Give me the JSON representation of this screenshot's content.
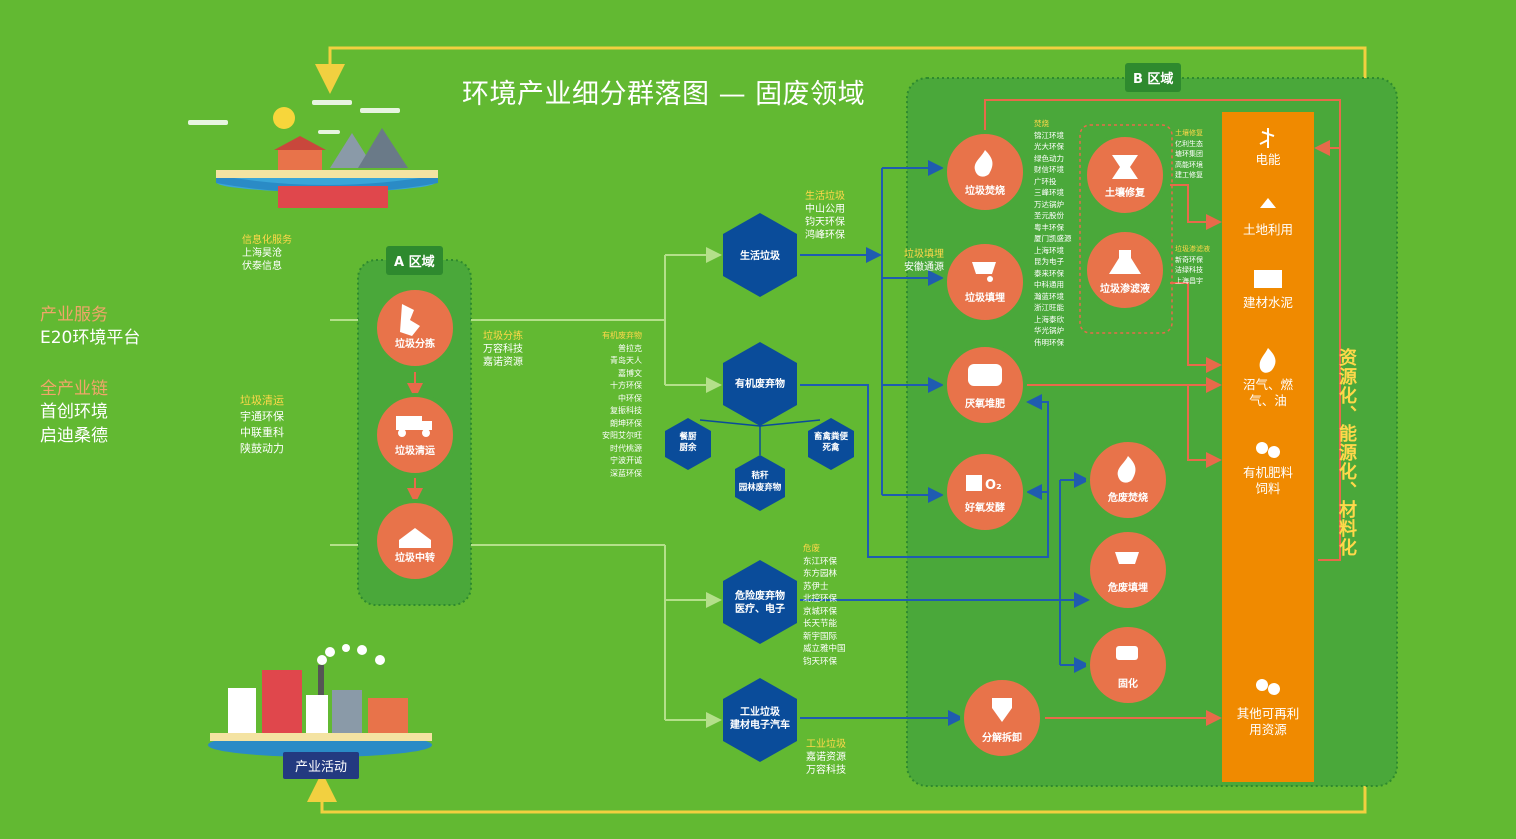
{
  "title": "环境产业细分群落图 — 固废领域",
  "zones": {
    "a": "A 区域",
    "b": "B 区域"
  },
  "left_panel": {
    "service_hd": "产业服务",
    "service_items": [
      "E20环境平台"
    ],
    "chain_hd": "全产业链",
    "chain_items": [
      "首创环境",
      "启迪桑德"
    ]
  },
  "info_service": {
    "hd": "信息化服务",
    "items": [
      "上海昊沧",
      "伏泰信息"
    ]
  },
  "garbage_transport": {
    "hd": "垃圾清运",
    "items": [
      "宇通环保",
      "中联重科",
      "陕鼓动力"
    ]
  },
  "sorting_companies": {
    "hd": "垃圾分拣",
    "items": [
      "万容科技",
      "嘉诺资源"
    ]
  },
  "organic_companies": {
    "hd": "有机废弃物",
    "items": [
      "普拉克",
      "青岛天人",
      "嘉博文",
      "十方环保",
      "中环保",
      "复振科技",
      "朗坤环保",
      "安阳艾尔旺",
      "时代桃源",
      "宁波开诚",
      "深蓝环保"
    ]
  },
  "living_companies": {
    "hd": "生活垃圾",
    "items": [
      "中山公用",
      "钧天环保",
      "鸿峰环保"
    ]
  },
  "landfill_companies": {
    "hd": "垃圾填埋",
    "items": [
      "安徽通源"
    ]
  },
  "incineration_companies": {
    "hd": "焚烧",
    "items": [
      "锦江环境",
      "光大环保",
      "绿色动力",
      "财信环境",
      "广环投",
      "三峰环境",
      "万达锅炉",
      "圣元股份",
      "粤丰环保",
      "厦门凯盛源",
      "上海环境",
      "昆为电子",
      "泰来环保",
      "中科通用",
      "瀚蓝环境",
      "浙江旺能",
      "上海泰欣",
      "华光锅炉",
      "伟明环保"
    ]
  },
  "soil_companies": {
    "hd": "土壤修复",
    "items": [
      "亿利生态",
      "塘环集团",
      "高能环境",
      "建工修复"
    ]
  },
  "leachate_companies": {
    "hd": "垃圾渗滤液",
    "items": [
      "新奇环保",
      "洁绿科技",
      "上海昌宇"
    ]
  },
  "hazard_companies": {
    "hd": "危废",
    "items": [
      "东江环保",
      "东方园林",
      "苏伊士",
      "北控环保",
      "京城环保",
      "长天节能",
      "新宇国际",
      "威立雅中国",
      "钧天环保"
    ]
  },
  "industrial_companies": {
    "hd": "工业垃圾",
    "items": [
      "嘉诺资源",
      "万容科技"
    ]
  },
  "a_circles": {
    "sorting": "垃圾分拣",
    "transport": "垃圾清运",
    "transfer": "垃圾中转"
  },
  "hexagons": {
    "living": [
      "生活垃圾"
    ],
    "organic": [
      "有机废弃物"
    ],
    "kitchen": [
      "餐厨",
      "厨余"
    ],
    "straw": [
      "秸秆",
      "园林废弃物"
    ],
    "manure": [
      "畜禽粪便",
      "死禽"
    ],
    "hazard": [
      "危险废弃物",
      "医疗、电子"
    ],
    "industrial": [
      "工业垃圾",
      "建材电子汽车"
    ]
  },
  "b_circles": {
    "incineration": "垃圾焚烧",
    "landfill": "垃圾填埋",
    "soil": "土壤修复",
    "leachate": "垃圾渗滤液",
    "anaerobic": "厌氧堆肥",
    "aerobic": "好氧发酵",
    "aerobic_o2": "O₂",
    "hazard_burn": "危废焚烧",
    "hazard_fill": "危废填埋",
    "solidify": "固化",
    "dismantle": "分解拆卸"
  },
  "outputs": [
    "电能",
    "土地利用",
    "建材水泥",
    "沼气、燃气、油",
    "有机肥料饲料",
    "其他可再利用资源"
  ],
  "vertical_text": "资源化、能源化、材料化",
  "banners": {
    "industry_activity": "产业活动"
  },
  "colors": {
    "background": "#62b932",
    "zone_bg": "#4aa83a",
    "orange": "#e8734a",
    "navy": "#0a4c9a",
    "output": "#f08a00",
    "flow_yellow": "#f2d040",
    "flow_blue": "#1f5cb0",
    "flow_orange": "#e86a4a",
    "flow_green": "#a8d880"
  }
}
